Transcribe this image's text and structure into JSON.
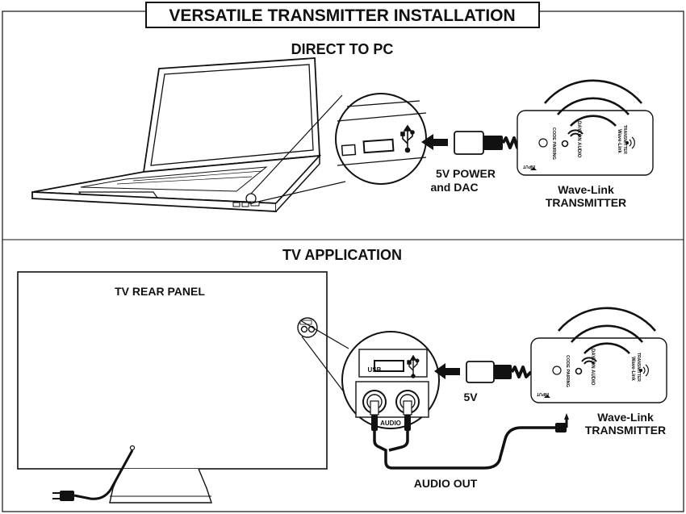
{
  "title": "VERSATILE TRANSMITTER INSTALLATION",
  "sections": {
    "direct": {
      "heading": "DIRECT TO PC",
      "power_line1": "5V POWER",
      "power_line2": "and DAC",
      "device_line1": "Wave-Link",
      "device_line2": "TRANSMITTER"
    },
    "tv": {
      "heading": "TV APPLICATION",
      "panel_label": "TV REAR PANEL",
      "usb_label": "USB",
      "audio_label": "AUDIO",
      "power_label": "5V",
      "audio_out_label": "AUDIO OUT",
      "device_line1": "Wave-Link",
      "device_line2": "TRANSMITTER"
    }
  },
  "transmitter": {
    "pairing_text": "CODE PAIRING",
    "brand_text": "DAYTON AUDIO",
    "input_text": "INPUT",
    "name_line1": "Wave-Link",
    "name_line2": "TRANSMITTER"
  },
  "colors": {
    "ink": "#111111",
    "background": "#ffffff"
  }
}
